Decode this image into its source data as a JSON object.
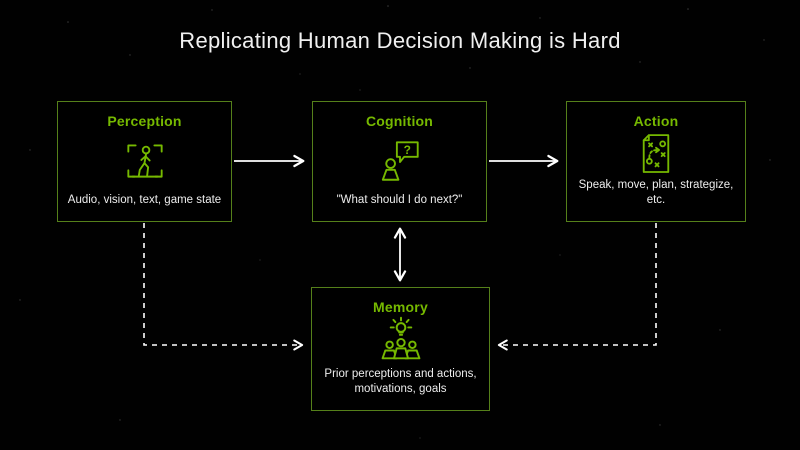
{
  "slide": {
    "title": "Replicating Human Decision Making is Hard"
  },
  "colors": {
    "background": "#000000",
    "accent_green": "#76b900",
    "box_border_green": "#55801a",
    "title_text": "#f0f0f0",
    "body_text": "#ededed",
    "arrow": "#ffffff"
  },
  "boxes": [
    {
      "title": "Perception",
      "description": "Audio, vision, text, game state",
      "icon": "person-scan-icon"
    },
    {
      "title": "Cognition",
      "description": "\"What should I do next?\"",
      "icon": "person-question-icon",
      "icon_glyph": "?"
    },
    {
      "title": "Action",
      "description": "Speak, move, plan, strategize, etc.",
      "icon": "strategy-document-icon"
    },
    {
      "title": "Memory",
      "description": "Prior perceptions and actions, motivations, goals",
      "icon": "group-lightbulb-icon"
    }
  ],
  "connections": [
    {
      "from": "Perception",
      "to": "Cognition",
      "style": "solid",
      "direction": "one-way"
    },
    {
      "from": "Cognition",
      "to": "Action",
      "style": "solid",
      "direction": "one-way"
    },
    {
      "from": "Cognition",
      "to": "Memory",
      "style": "solid",
      "direction": "two-way"
    },
    {
      "from": "Perception",
      "to": "Memory",
      "style": "dashed",
      "direction": "one-way"
    },
    {
      "from": "Action",
      "to": "Memory",
      "style": "dashed",
      "direction": "one-way"
    }
  ]
}
